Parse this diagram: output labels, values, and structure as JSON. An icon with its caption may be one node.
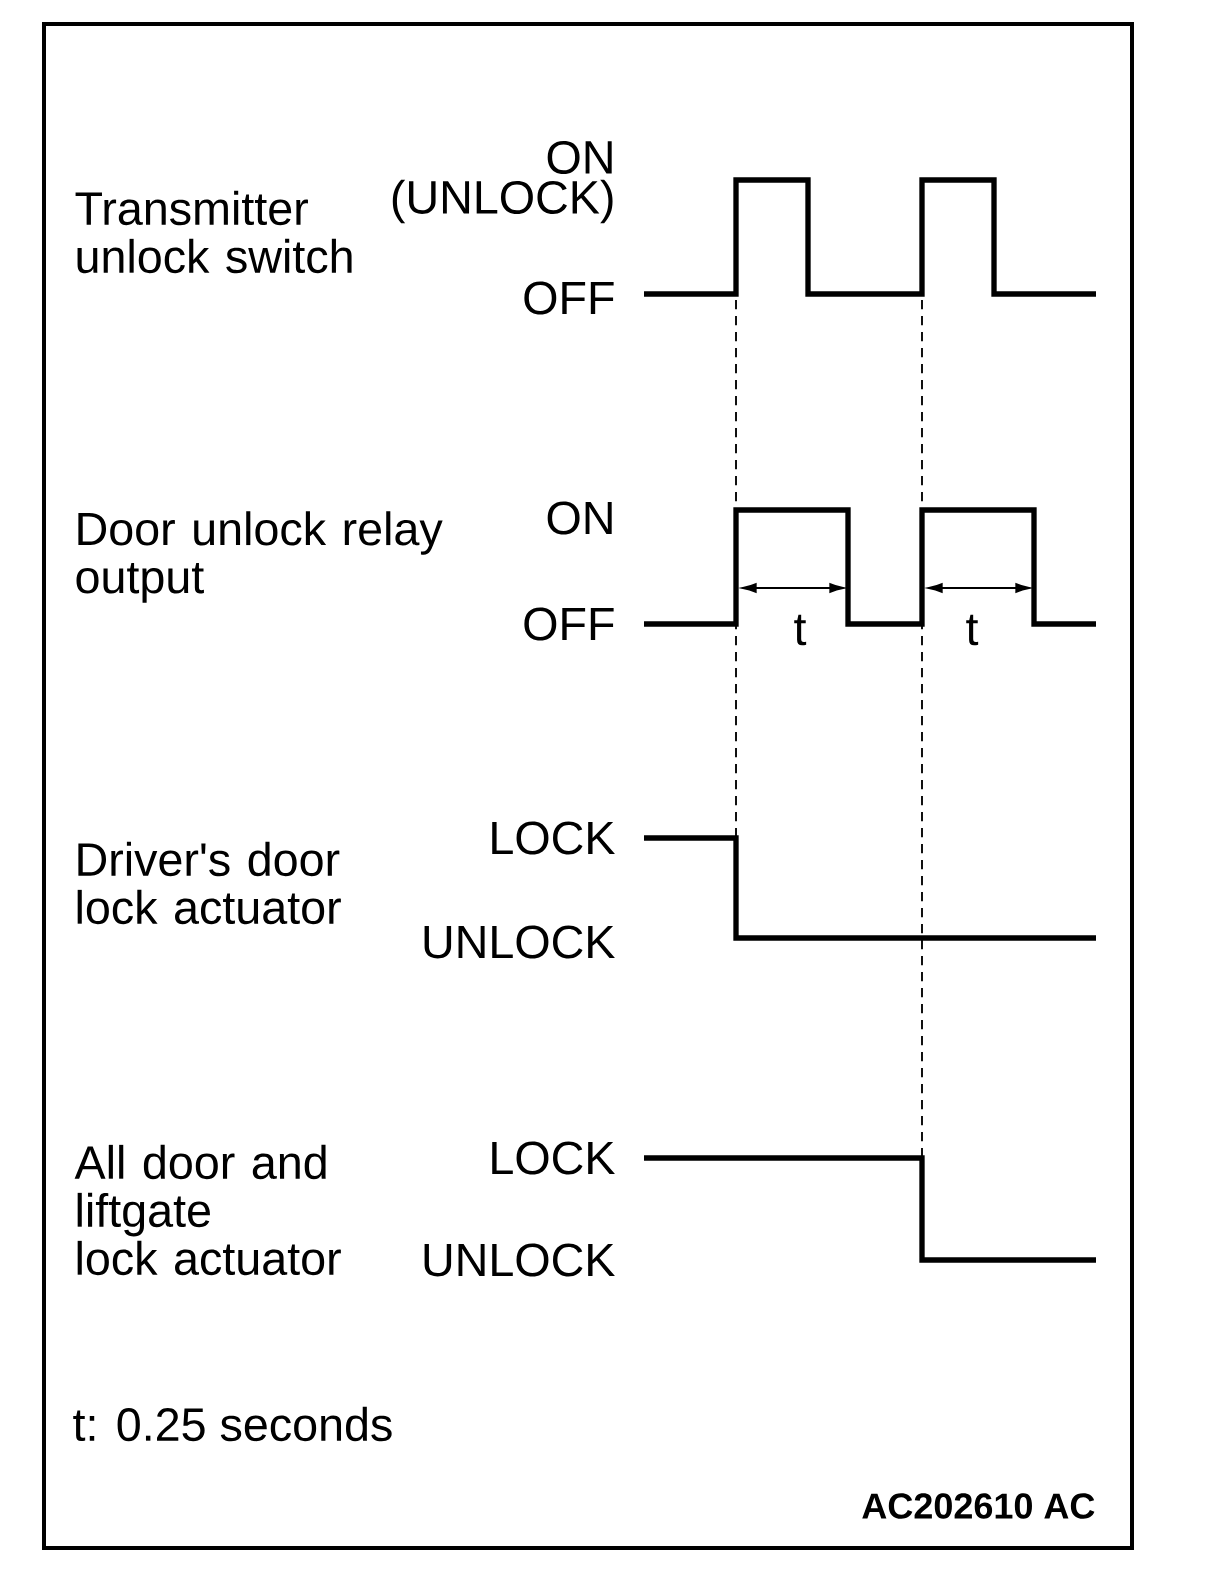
{
  "diagram": {
    "labels": [
      "Transmitter unlock switch",
      "ON (UNLOCK)",
      "OFF",
      "Door unlock relay output",
      "ON",
      "OFF",
      "t",
      "t",
      "Driver's door lock actuator",
      "LOCK",
      "UNLOCK",
      "All door and liftgate lock actuator",
      "LOCK",
      "UNLOCK",
      "t: 0.25 seconds",
      "AC202610 AC"
    ]
  }
}
